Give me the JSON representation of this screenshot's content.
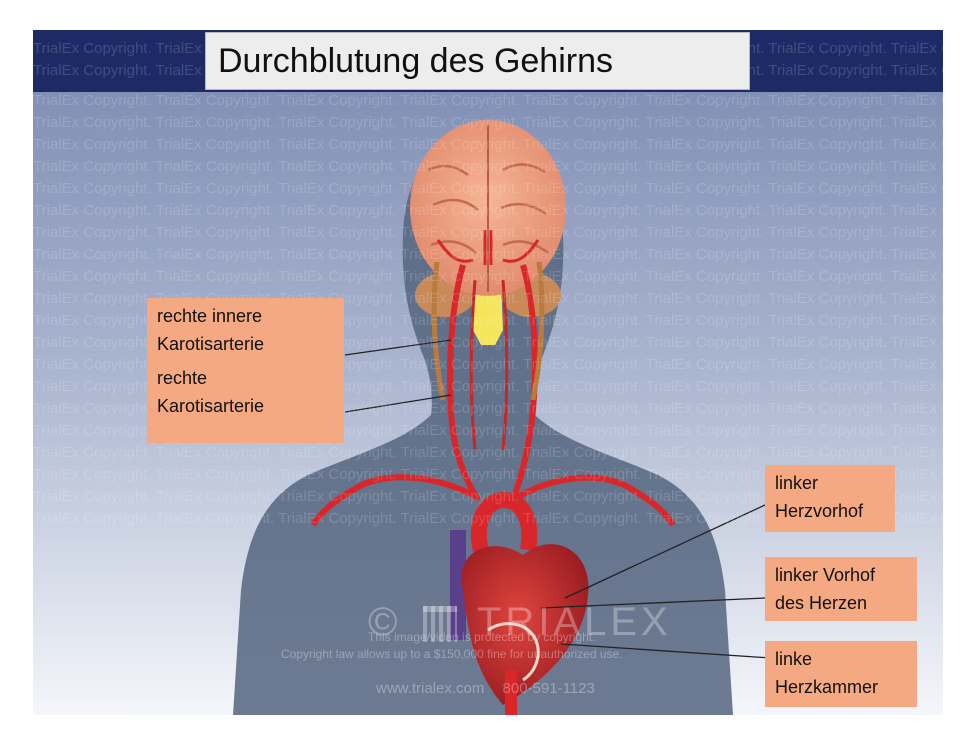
{
  "title": "Durchblutung des Gehirns",
  "watermark": {
    "text": "TrialEx Copyright. TrialEx Copyright. TrialEx Copyright. TrialEx Copyright. TrialEx Copyright. TrialEx Copyright. TrialEx Copyright. TrialEx Copyright."
  },
  "labels": {
    "carotid_interna": [
      "rechte innere",
      "Karotisarterie"
    ],
    "carotid_communis": [
      "rechte",
      "Karotisarterie"
    ],
    "left_atrium_1": [
      "linker",
      "Herzvorhof"
    ],
    "left_atrium_2": [
      "linker Vorhof",
      "des Herzen"
    ],
    "left_ventricle": [
      "linke",
      "Herzkammer"
    ]
  },
  "brand": {
    "copyright_symbol": "©",
    "name": "TRIALEX",
    "notice_line1": "This image/video is protected by copyright.",
    "notice_line2": "Copyright law allows up to a $150,000 fine for unauthorized use.",
    "url": "www.trialex.com",
    "phone": "800-591-1123"
  },
  "colors": {
    "band_top": "#1d2a66",
    "bg_top": "#7c8cb3",
    "bg_bottom": "#f3f5fa",
    "body_silhouette": "#55657f",
    "label_fill": "#f4a982",
    "artery": "#d8262a",
    "vein": "#5a3f8a",
    "brain": "#ee9d7a",
    "spinal_cord": "#f4e55a"
  }
}
